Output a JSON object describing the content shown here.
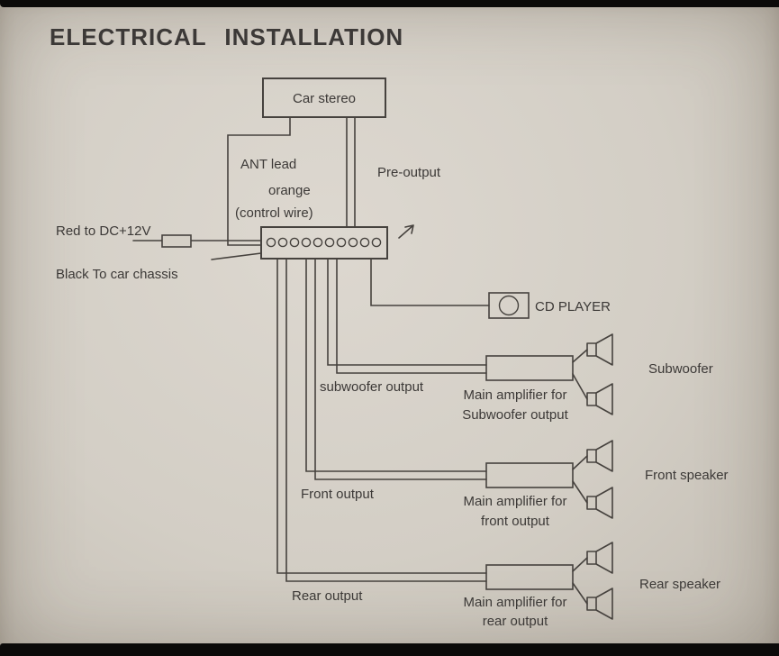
{
  "title": "ELECTRICAL INSTALLATION",
  "stereo": {
    "label": "Car stereo"
  },
  "wires": {
    "ant_line1": "ANT lead",
    "ant_line2": "orange",
    "ant_line3": "(control wire)",
    "pre_output": "Pre-output",
    "power": "Red to DC+12V",
    "ground": "Black To car chassis"
  },
  "cd_player": {
    "label": "CD PLAYER"
  },
  "channels": [
    {
      "output_label": "subwoofer output",
      "amp_line1": "Main amplifier for",
      "amp_line2": "Subwoofer output",
      "speaker_label": "Subwoofer"
    },
    {
      "output_label": "Front output",
      "amp_line1": "Main amplifier for",
      "amp_line2": "front output",
      "speaker_label": "Front speaker"
    },
    {
      "output_label": "Rear output",
      "amp_line1": "Main amplifier for",
      "amp_line2": "rear output",
      "speaker_label": "Rear speaker"
    }
  ],
  "colors": {
    "paper": "#d3cec5",
    "ink": "#3c3937",
    "line": "#46423e"
  }
}
